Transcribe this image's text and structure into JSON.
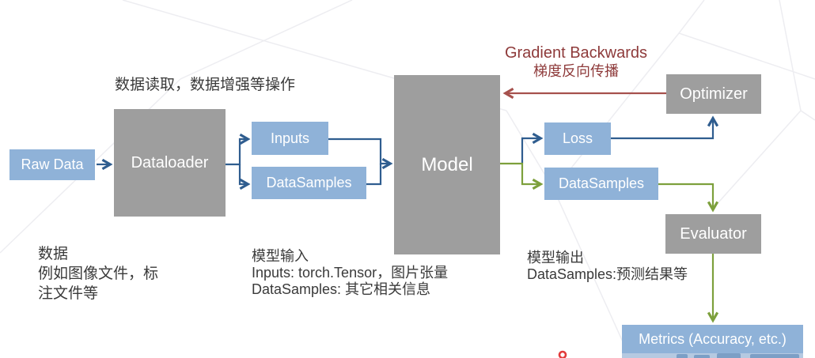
{
  "nodes": {
    "raw_data": {
      "label": "Raw Data"
    },
    "dataloader": {
      "label": "Dataloader"
    },
    "inputs": {
      "label": "Inputs"
    },
    "datasamples_in": {
      "label": "DataSamples"
    },
    "model": {
      "label": "Model"
    },
    "loss": {
      "label": "Loss"
    },
    "datasamples_out": {
      "label": "DataSamples"
    },
    "optimizer": {
      "label": "Optimizer"
    },
    "evaluator": {
      "label": "Evaluator"
    },
    "metrics": {
      "label": "Metrics (Accuracy, etc.)"
    }
  },
  "annotations": {
    "dataloader_note": "数据读取，数据增强等操作",
    "gradient_line1": "Gradient Backwards",
    "gradient_line2": "梯度反向传播",
    "raw_note_line1": "数据",
    "raw_note_line2": "例如图像文件，标",
    "raw_note_line3": "注文件等",
    "input_note_line1": "模型输入",
    "input_note_line2": "Inputs: torch.Tensor，图片张量",
    "input_note_line3": "DataSamples: 其它相关信息",
    "output_note_line1": "模型输出",
    "output_note_line2": "DataSamples:预测结果等"
  },
  "colors": {
    "node_blue": "#8FB2D8",
    "node_gray": "#9E9E9E",
    "arrow_blue": "#2F5D8F",
    "arrow_green": "#7DA03C",
    "arrow_red": "#A6514D",
    "gradient_text_red": "#8E3A3A",
    "note_text": "#3A3A3A",
    "metrics_strip": "#B5C9E1",
    "pointer_dot_red": "#E23B3B"
  }
}
